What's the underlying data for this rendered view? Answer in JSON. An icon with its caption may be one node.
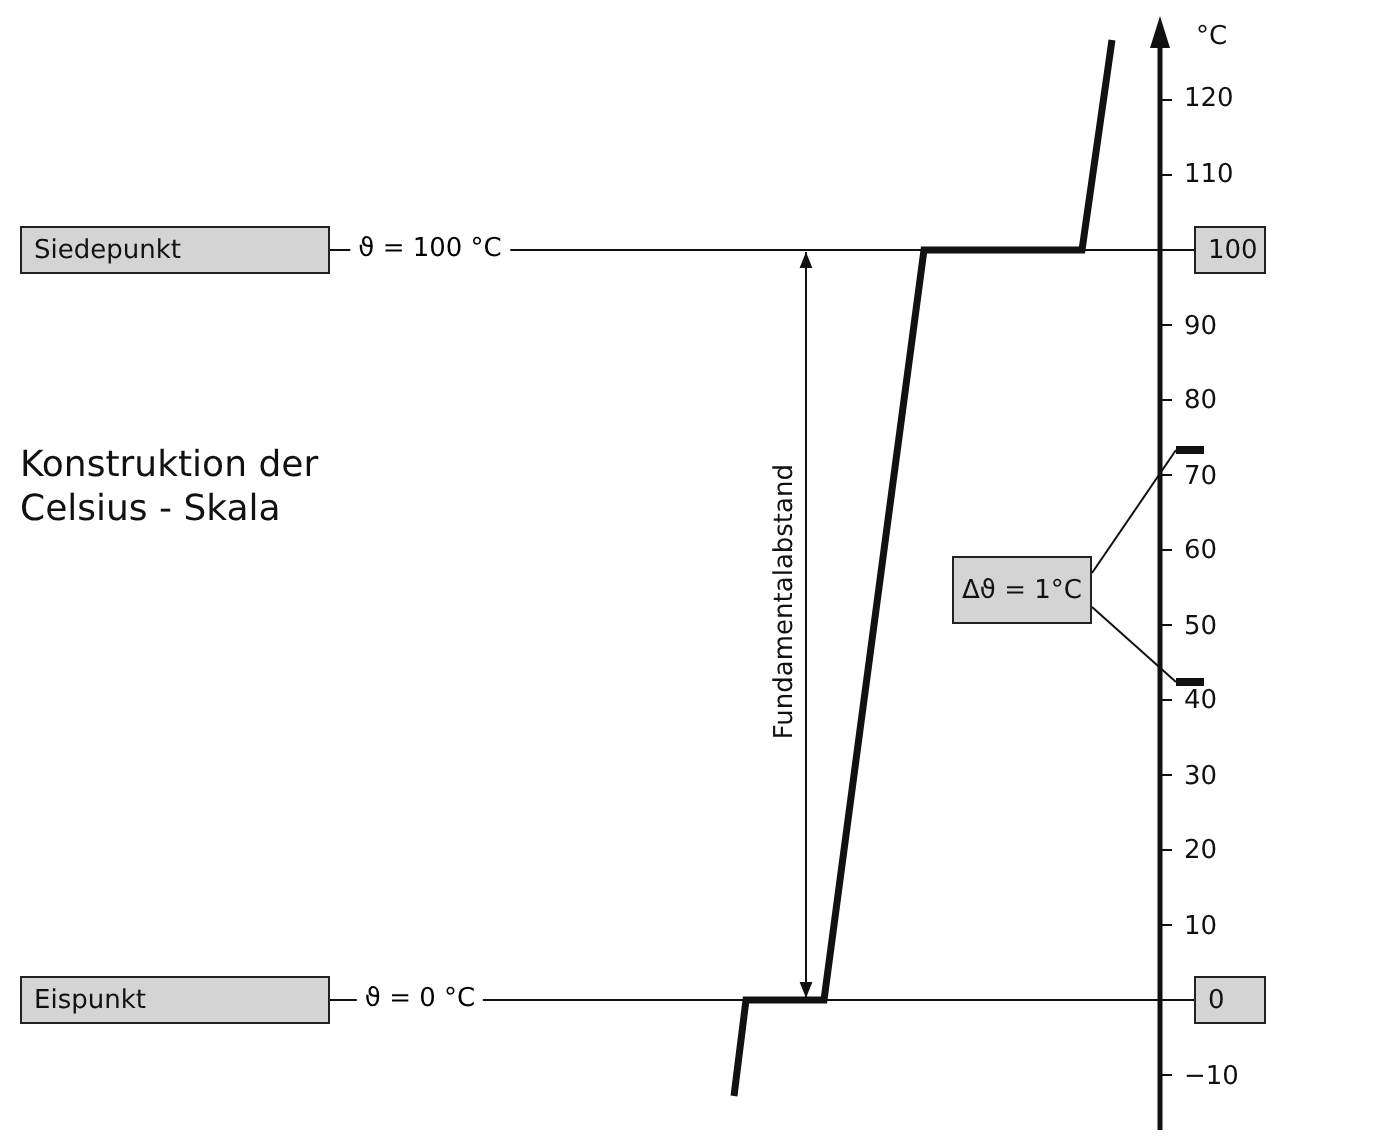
{
  "diagram": {
    "nodes": [
      {
        "text": [
          "Siedepunkt"
        ]
      },
      {
        "text": [
          "Eispunkt"
        ]
      },
      {
        "text": [
          "100"
        ]
      },
      {
        "text": [
          "0"
        ]
      },
      {
        "text": [
          "Δϑ = 1°C"
        ]
      },
      {
        "text": [],
        "shape": "bar"
      },
      {
        "text": [],
        "shape": "bar"
      }
    ],
    "edges": [
      {
        "from": 0,
        "to": 2,
        "arrow": "none",
        "label": "ϑ = 100 °C"
      },
      {
        "from": 1,
        "to": 3,
        "arrow": "none",
        "label": "ϑ = 0 °C"
      },
      {
        "from": 4,
        "to": 5,
        "arrow": "none"
      },
      {
        "from": 4,
        "to": 6,
        "arrow": "none"
      }
    ],
    "labels": [
      "°C",
      "120",
      "110",
      "90",
      "80",
      "Konstruktion der Celsius - Skala",
      "70",
      "60",
      "50",
      "40",
      "30",
      "20",
      "10",
      "Fundamentalabstand",
      "−10"
    ]
  }
}
